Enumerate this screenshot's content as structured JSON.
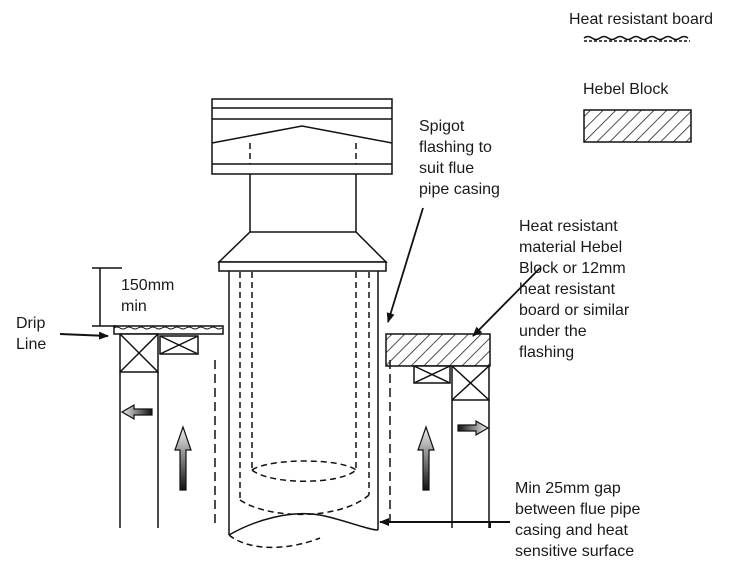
{
  "legend": {
    "heat_board": "Heat resistant board",
    "hebel_block": "Hebel Block"
  },
  "labels": {
    "spigot": [
      "Spigot",
      "flashing to",
      "suit flue",
      "pipe casing"
    ],
    "heat_material": [
      "Heat resistant",
      "material Hebel",
      "Block or 12mm",
      "heat resistant",
      "board or similar",
      "under the",
      "flashing"
    ],
    "clearance": [
      "150mm",
      "min"
    ],
    "drip": [
      "Drip",
      "Line"
    ],
    "gap": [
      "Min 25mm gap",
      "between flue pipe",
      "casing and heat",
      "sensitive surface"
    ]
  }
}
